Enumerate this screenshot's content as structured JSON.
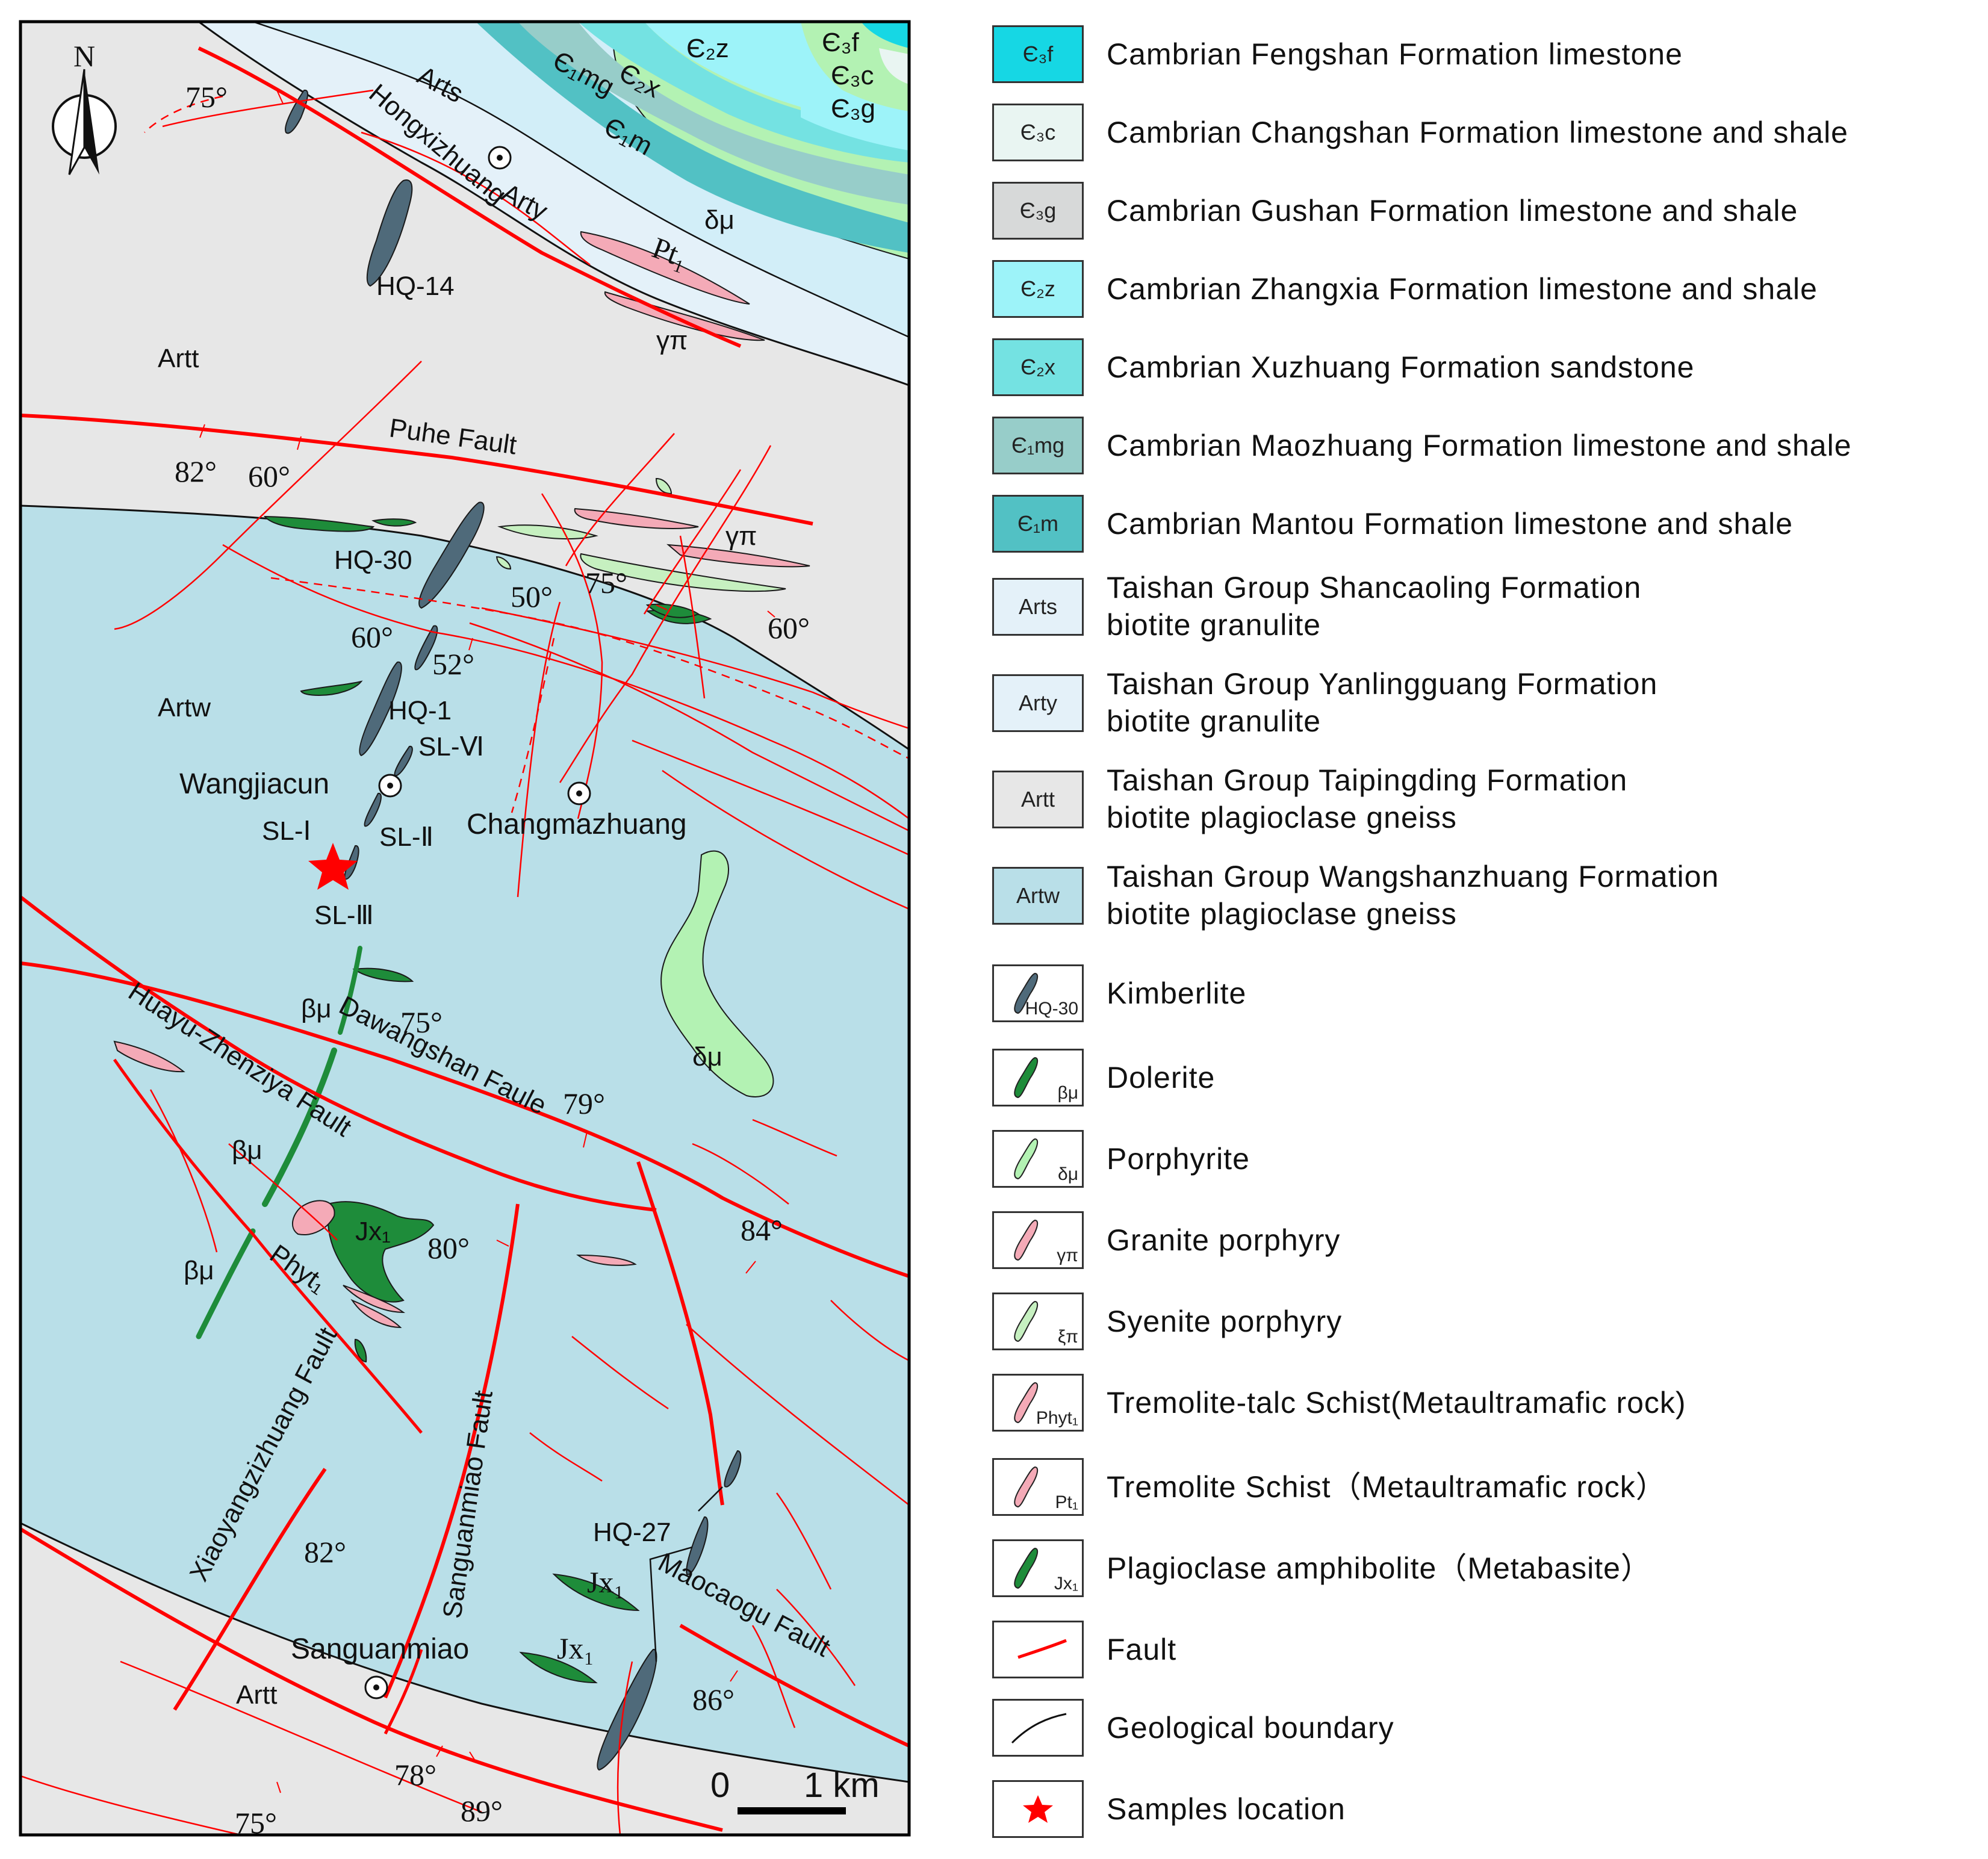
{
  "map": {
    "north": "N",
    "scale": {
      "zero": "0",
      "dist": "1 km"
    },
    "units": {
      "arts": "Arts",
      "arty": "Arty",
      "artt_top": "Artt",
      "artw": "Artw",
      "artt_bottom": "Artt",
      "dm_top": "δμ",
      "dm_mid": "δμ",
      "e2z": "Є₂z",
      "e2x": "Є₂x",
      "e1mg": "Є₁mg",
      "e1m": "Є₁m",
      "e3f": "Є₃f",
      "e3c": "Є₃c",
      "e3g": "Є₃g",
      "pt1": "Pt₁",
      "gp1": "γπ",
      "gp2": "γπ",
      "bm1": "βμ",
      "bm2": "βμ",
      "bm3": "βμ",
      "jx1": "Jx₁",
      "jx2": "Jx₁",
      "jx3": "Jx₁",
      "phyt": "Phyt₁"
    },
    "faults": {
      "hongxizhuang": "Hongxizhuang",
      "puhe": "Puhe Fault",
      "dawangshan": "Dawangshan Faule",
      "huayu": "Huayu-Zhenziya Fault",
      "xiaoyang": "Xiaoyangzizhuang Fault",
      "sanguanmiao": "Sanguanmiao Fault",
      "maocaogu": "Maocaogu Fault"
    },
    "kimberlites": {
      "hq14": "HQ-14",
      "hq30": "HQ-30",
      "hq1": "HQ-1",
      "hq27": "HQ-27",
      "sl6": "SL-Ⅵ",
      "sl1": "SL-Ⅰ",
      "sl2": "SL-Ⅱ",
      "sl3": "SL-Ⅲ"
    },
    "places": {
      "wangjiacun": "Wangjiacun",
      "changmazhuang": "Changmazhuang",
      "sanguanmiao": "Sanguanmiao"
    },
    "angles": {
      "a1": "75°",
      "a2": "82°",
      "a3": "60°",
      "a4": "50°",
      "a5": "75°",
      "a6": "60°",
      "a7": "60°",
      "a8": "52°",
      "a9": "75°",
      "a10": "79°",
      "a11": "84°",
      "a12": "80°",
      "a13": "82°",
      "a14": "86°",
      "a15": "78°",
      "a16": "89°",
      "a17": "75°"
    }
  },
  "colors": {
    "artt": "#e7e7e7",
    "artw": "#b9dfe8",
    "arts": "#d2eef8",
    "arty": "#e4f1f9",
    "porphyrite": "#b3f2b3",
    "e2z": "#9df3f9",
    "e2x": "#74e2e2",
    "e1mg": "#97cdc9",
    "e1m": "#52c1c4",
    "e3f": "#16d7e4",
    "e3c": "#e9f5f2",
    "e3g": "#d7d9d9",
    "kimberlite": "#4f6a7a",
    "dolerite": "#1e8c3a",
    "granite_porphyry": "#f4aab7",
    "syenite_porphyry": "#c6f0c0",
    "fault": "#ff0000",
    "star": "#ff0000"
  },
  "legend": [
    {
      "code": "Є₃f",
      "text": "Cambrian  Fengshan  Formation  limestone",
      "kind": "box",
      "color": "#16d7e4"
    },
    {
      "code": "Є₃c",
      "text": "Cambrian  Changshan  Formation  limestone  and shale",
      "kind": "box",
      "color": "#e9f5f2"
    },
    {
      "code": "Є₃g",
      "text": "Cambrian  Gushan  Formation  limestone  and  shale",
      "kind": "box",
      "color": "#d7d9d9"
    },
    {
      "code": "Є₂z",
      "text": "Cambrian  Zhangxia  Formation limestone and shale",
      "kind": "box",
      "color": "#9df3f9"
    },
    {
      "code": "Є₂x",
      "text": "Cambrian  Xuzhuang  Formation  sandstone",
      "kind": "box",
      "color": "#74e2e2"
    },
    {
      "code": "Є₁mg",
      "text": "Cambrian  Maozhuang  Formation  limestone  and  shale",
      "kind": "box",
      "color": "#97cdc9"
    },
    {
      "code": "Є₁m",
      "text": "Cambrian  Mantou  Formation  limestone  and  shale",
      "kind": "box",
      "color": "#52c1c4"
    },
    {
      "code": "Arts",
      "text": "Taishan  Group  Shancaoling  Formation",
      "text2": "biotite  granulite",
      "kind": "box",
      "color": "#e4f1f9"
    },
    {
      "code": "Arty",
      "text": "Taishan  Group  Yanlingguang  Formation",
      "text2": "biotite  granulite",
      "kind": "box",
      "color": "#e4f1f9"
    },
    {
      "code": "Artt",
      "text": "Taishan  Group  Taipingding  Formation",
      "text2": "biotite  plagioclase  gneiss",
      "kind": "box",
      "color": "#e7e7e7"
    },
    {
      "code": "Artw",
      "text": "Taishan  Group  Wangshanzhuang  Formation",
      "text2": "biotite  plagioclase  gneiss",
      "kind": "box",
      "color": "#b9dfe8"
    },
    {
      "code": "HQ-30",
      "text": "Kimberlite",
      "kind": "dike",
      "color": "#4f6a7a"
    },
    {
      "code": "βμ",
      "text": "Dolerite",
      "kind": "dike",
      "color": "#1e8c3a"
    },
    {
      "code": "δμ",
      "text": "Porphyrite",
      "kind": "dike",
      "color": "#b3f2b3"
    },
    {
      "code": "γπ",
      "text": "Granite  porphyry",
      "kind": "dike",
      "color": "#f4aab7"
    },
    {
      "code": "ξπ",
      "text": "Syenite  porphyry",
      "kind": "dike",
      "color": "#c6f0c0"
    },
    {
      "code": "Phyt₁",
      "text": "Tremolite-talc  Schist(Metaultramafic  rock)",
      "kind": "dike",
      "color": "#f4aab7"
    },
    {
      "code": "Pt₁",
      "text": "Tremolite  Schist（Metaultramafic  rock）",
      "kind": "dike",
      "color": "#f4aab7"
    },
    {
      "code": "Jx₁",
      "text": "Plagioclase  amphibolite（Metabasite）",
      "kind": "dike",
      "color": "#1e8c3a"
    },
    {
      "code": "",
      "text": "Fault",
      "kind": "fault",
      "color": "#ff0000"
    },
    {
      "code": "",
      "text": "Geological  boundary",
      "kind": "boundary",
      "color": "#000000"
    },
    {
      "code": "",
      "text": "Samples  location",
      "kind": "star",
      "color": "#ff0000"
    }
  ]
}
